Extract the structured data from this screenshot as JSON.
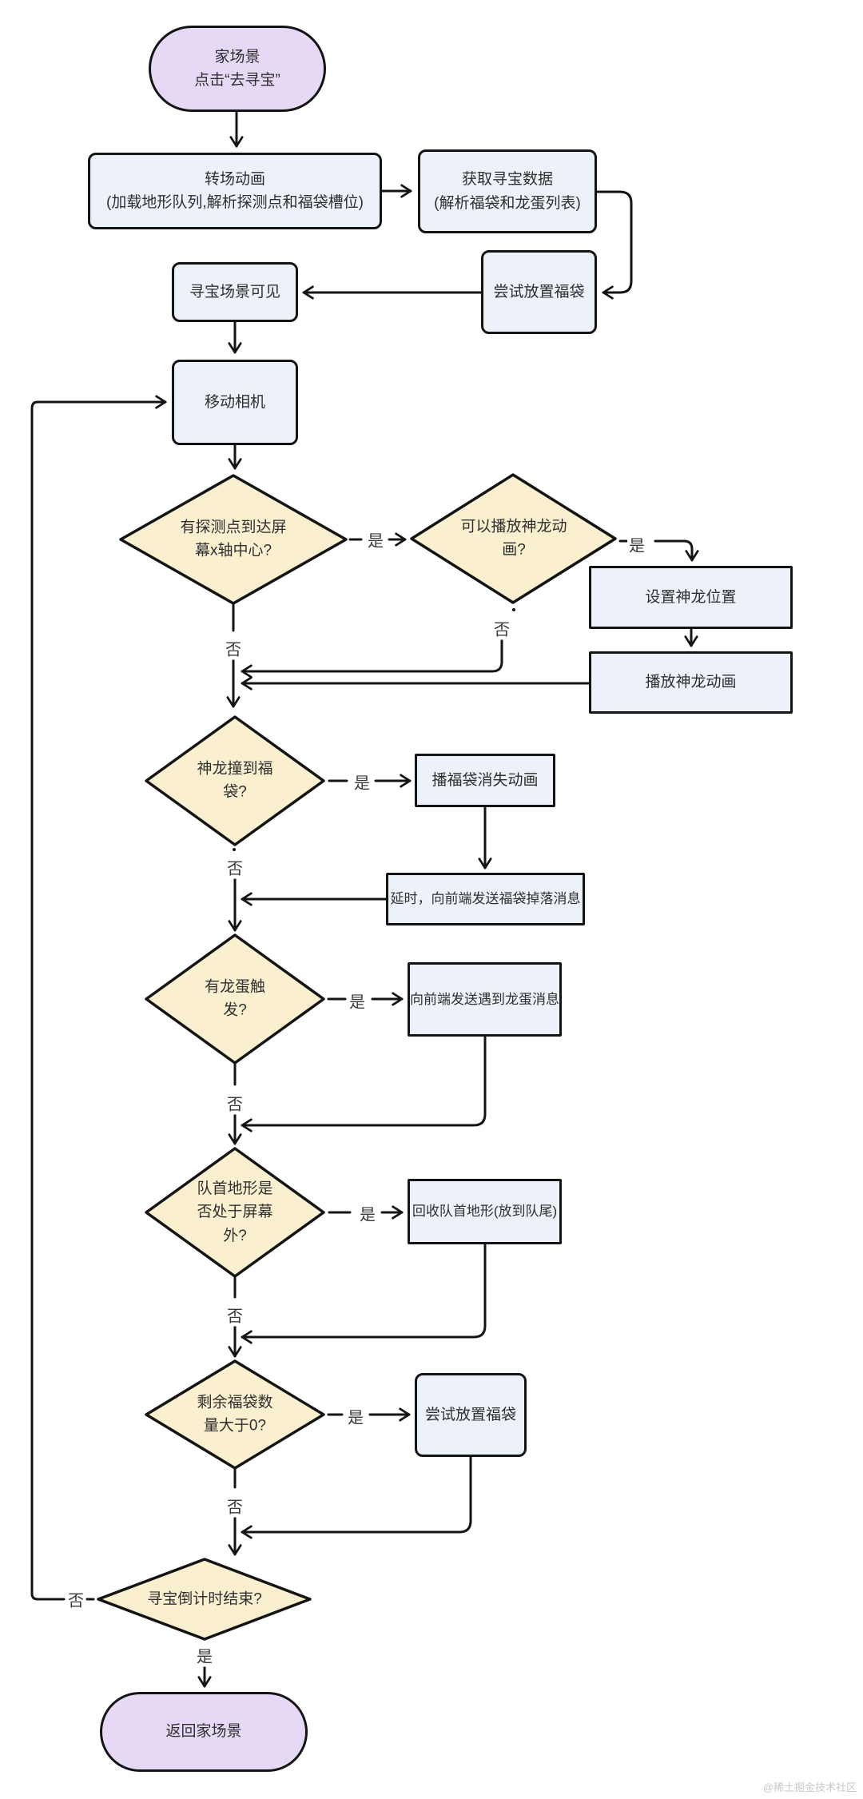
{
  "diagram": {
    "nodes": {
      "start": "家场景\n点击“去寻宝”",
      "transition": "转场动画\n(加载地形队列,解析探测点和福袋槽位)",
      "fetch_data": "获取寻宝数据\n(解析福袋和龙蛋列表)",
      "try_place_1": "尝试放置福袋",
      "scene_visible": "寻宝场景可见",
      "move_camera": "移动相机",
      "probe_center": "有探测点到达屏\n幕x轴中心?",
      "can_play_dragon": "可以播放神龙动\n画?",
      "set_dragon_pos": "设置神龙位置",
      "play_dragon_anim": "播放神龙动画",
      "dragon_hit_bag": "神龙撞到福\n袋?",
      "play_bag_vanish": "播福袋消失动画",
      "delay_send_drop": "延时，向前端发送福袋掉落消息",
      "egg_triggered": "有龙蛋触\n发?",
      "send_egg_msg": "向前端发送遇到龙蛋消息",
      "head_terrain_off": "队首地形是\n否处于屏幕\n外?",
      "recycle_terrain": "回收队首地形(放到队尾)",
      "bags_remaining": "剩余福袋数\n量大于0?",
      "try_place_2": "尝试放置福袋",
      "countdown_over": "寻宝倒计时结束?",
      "end": "返回家场景"
    },
    "labels": {
      "yes": "是",
      "no": "否"
    },
    "watermark": "@稀土掘金技术社区",
    "colors": {
      "terminal_fill": "#e6d9f6",
      "process_fill": "#ecf1fa",
      "decision_fill": "#faf0d0",
      "stroke": "#141414"
    }
  }
}
